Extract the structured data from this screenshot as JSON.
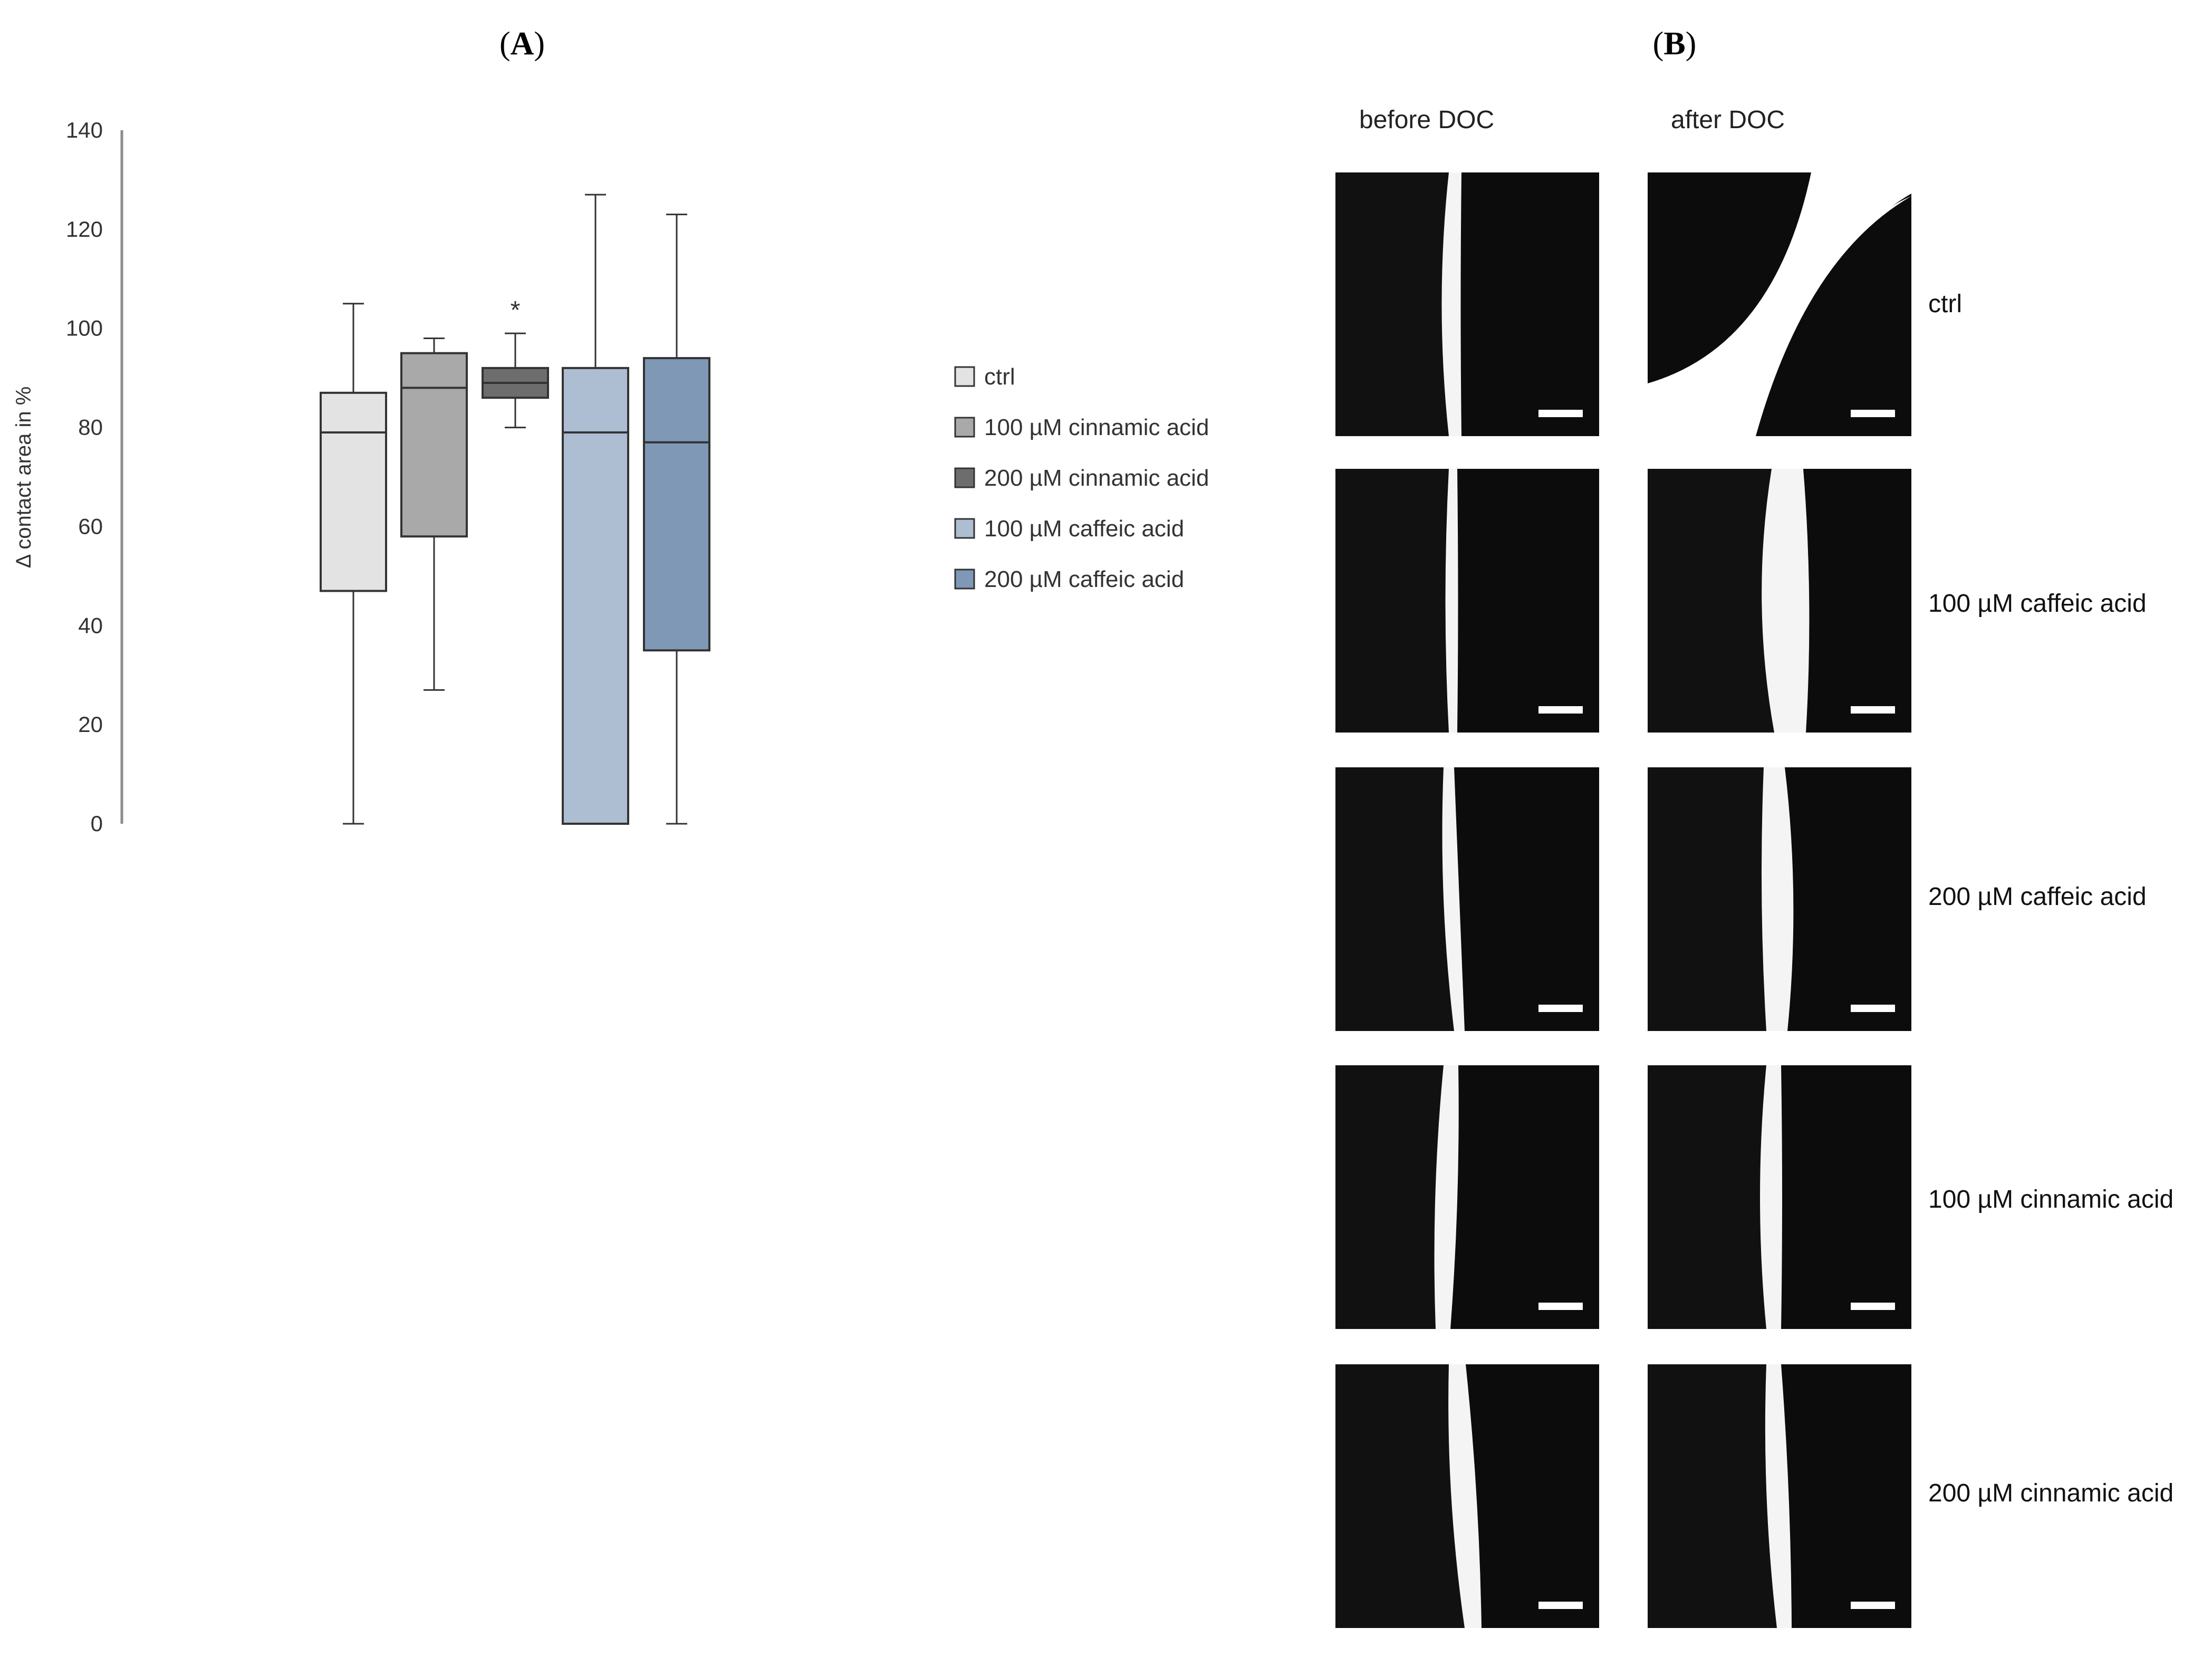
{
  "panels": {
    "a_label": "A",
    "b_label": "B"
  },
  "chart_data": {
    "type": "box",
    "title": "",
    "xlabel": "",
    "ylabel": "Δ contact area in %",
    "ylim": [
      0,
      140
    ],
    "yticks": [
      0,
      20,
      40,
      60,
      80,
      100,
      120,
      140
    ],
    "grid": false,
    "legend_position": "right",
    "series": [
      {
        "name": "ctrl",
        "color": "#e3e3e3",
        "whisker_low": 0,
        "q1": 47,
        "median": 79,
        "q3": 87,
        "whisker_high": 105,
        "marker": ""
      },
      {
        "name": "100 µM cinnamic acid",
        "color": "#a9a9a9",
        "whisker_low": 27,
        "q1": 58,
        "median": 88,
        "q3": 95,
        "whisker_high": 98,
        "marker": ""
      },
      {
        "name": "200 µM cinnamic acid",
        "color": "#6d6d6d",
        "whisker_low": 80,
        "q1": 86,
        "median": 89,
        "q3": 92,
        "whisker_high": 99,
        "marker": "*"
      },
      {
        "name": "100 µM caffeic acid",
        "color": "#adbdd2",
        "whisker_low": 0,
        "q1": 0,
        "median": 79,
        "q3": 92,
        "whisker_high": 127,
        "marker": ""
      },
      {
        "name": "200 µM caffeic acid",
        "color": "#7e98b6",
        "whisker_low": 0,
        "q1": 35,
        "median": 77,
        "q3": 94,
        "whisker_high": 123,
        "marker": ""
      }
    ]
  },
  "images": {
    "columns": [
      "before DOC",
      "after DOC"
    ],
    "rows": [
      "ctrl",
      "100 µM caffeic acid",
      "200 µM caffeic acid",
      "100 µM cinnamic acid",
      "200 µM cinnamic acid"
    ]
  }
}
